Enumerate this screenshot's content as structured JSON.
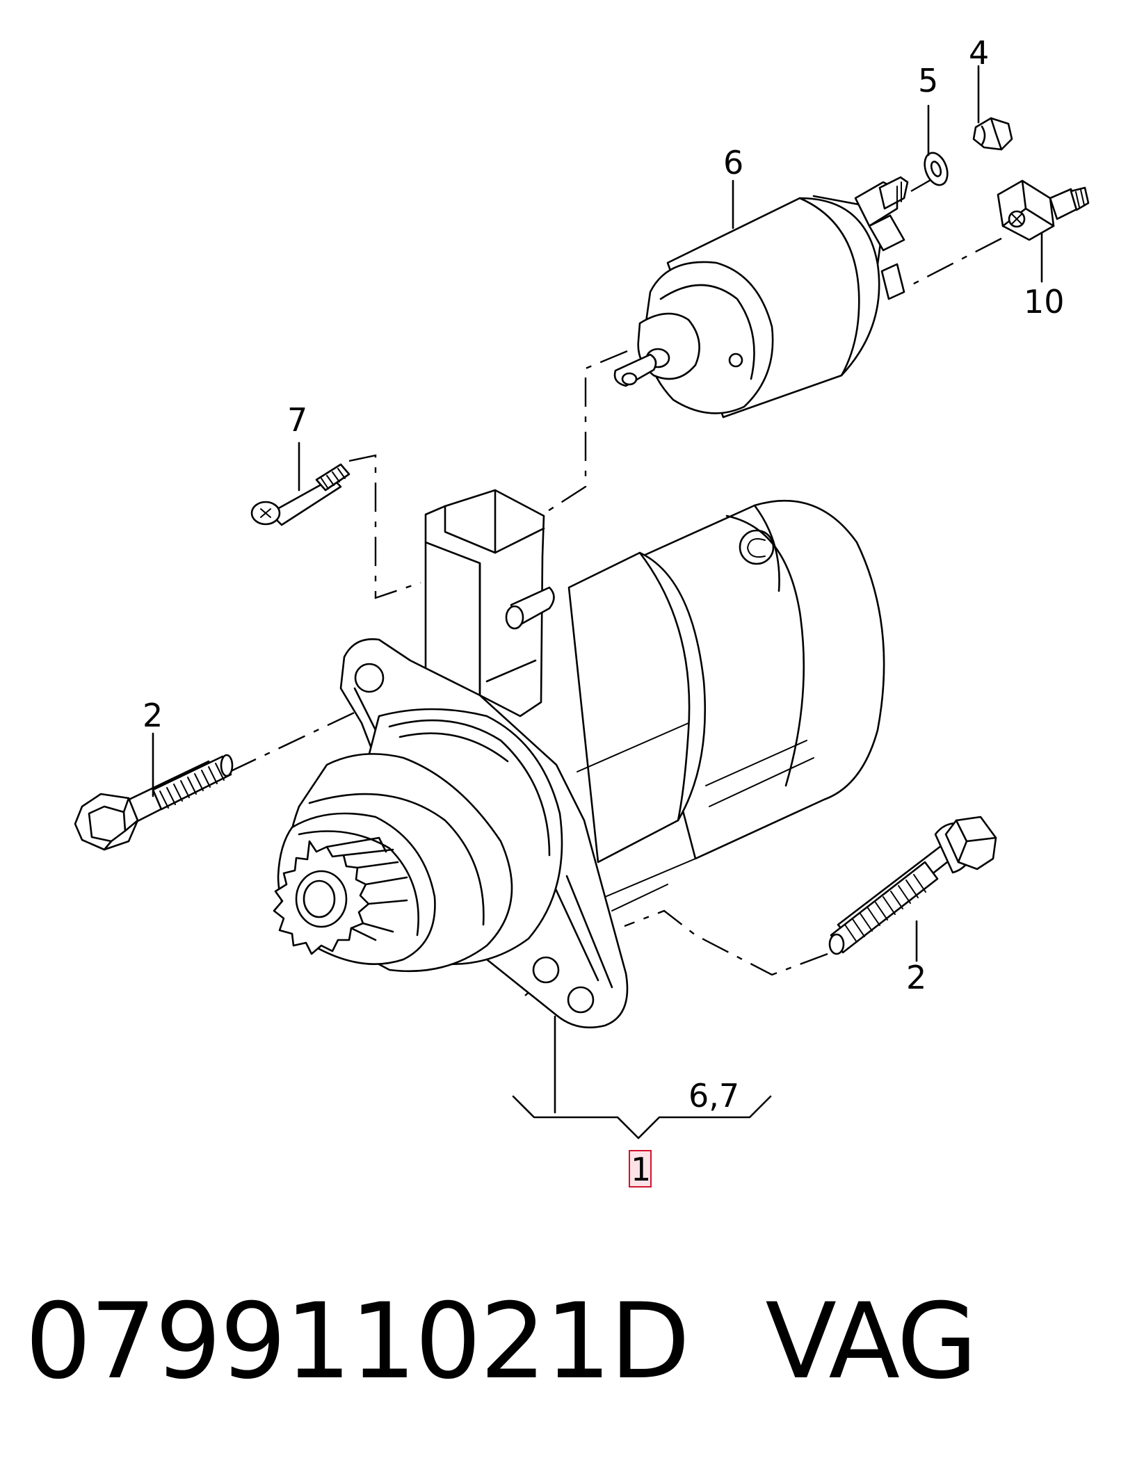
{
  "callouts": {
    "c4": "4",
    "c5": "5",
    "c6": "6",
    "c10": "10",
    "c7": "7",
    "c2_left": "2",
    "c2_right": "2",
    "c67": "6,7",
    "c1": "1"
  },
  "footer": {
    "part_number": "079911021D",
    "brand": "VAG"
  },
  "colors": {
    "highlight_fill": "#fde3e8",
    "highlight_border": "#d0142c"
  }
}
